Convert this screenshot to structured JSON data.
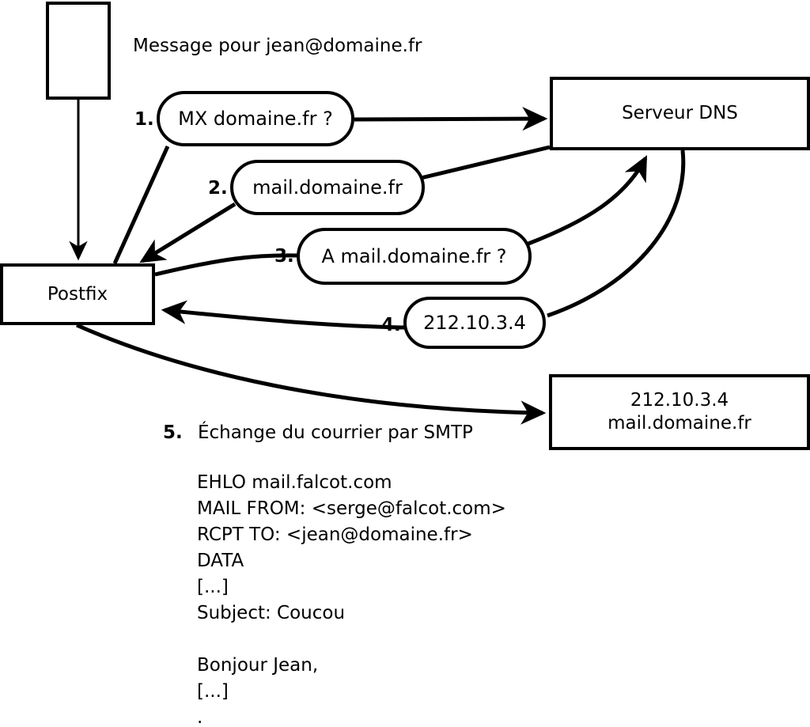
{
  "title_note": "Message pour jean@domaine.fr",
  "nodes": {
    "mua": {
      "label": ""
    },
    "postfix": {
      "label": "Postfix"
    },
    "dns": {
      "label": "Serveur DNS"
    },
    "target": {
      "line1": "212.10.3.4",
      "line2": "mail.domaine.fr"
    }
  },
  "steps": [
    {
      "num": "1.",
      "label": "MX domaine.fr ?"
    },
    {
      "num": "2.",
      "label": "mail.domaine.fr"
    },
    {
      "num": "3.",
      "label": "A mail.domaine.fr ?"
    },
    {
      "num": "4.",
      "label": "212.10.3.4"
    }
  ],
  "step5": {
    "num": "5.",
    "label": "Échange du courrier par SMTP"
  },
  "smtp_transcript": [
    "EHLO mail.falcot.com",
    "MAIL FROM: <serge@falcot.com>",
    "RCPT TO: <jean@domaine.fr>",
    "DATA",
    "[...]",
    "Subject: Coucou",
    "",
    "Bonjour Jean,",
    "[...]",
    "."
  ],
  "colors": {
    "stroke": "#000000",
    "background": "#ffffff"
  }
}
